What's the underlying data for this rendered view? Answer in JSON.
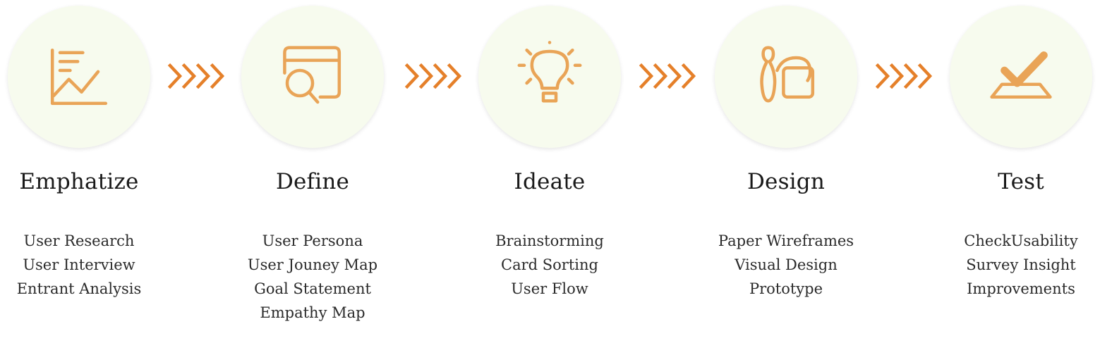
{
  "stages": [
    {
      "title": "Emphatize",
      "icon": "chart-document-icon",
      "items": [
        "User Research",
        "User Interview",
        "Entrant Analysis"
      ]
    },
    {
      "title": "Define",
      "icon": "search-window-icon",
      "items": [
        "User Persona",
        "User Jouney Map",
        "Goal Statement",
        "Empathy Map"
      ]
    },
    {
      "title": "Ideate",
      "icon": "lightbulb-icon",
      "items": [
        "Brainstorming",
        "Card Sorting",
        "User Flow"
      ]
    },
    {
      "title": "Design",
      "icon": "design-tools-icon",
      "items": [
        "Paper Wireframes",
        "Visual Design",
        "Prototype"
      ]
    },
    {
      "title": "Test",
      "icon": "checkmark-icon",
      "items": [
        "CheckUsability",
        "Survey Insight",
        "Improvements"
      ]
    }
  ],
  "colors": {
    "icon": "#e9a457",
    "arrow": "#e5802a",
    "circle": "#f7fbee"
  }
}
